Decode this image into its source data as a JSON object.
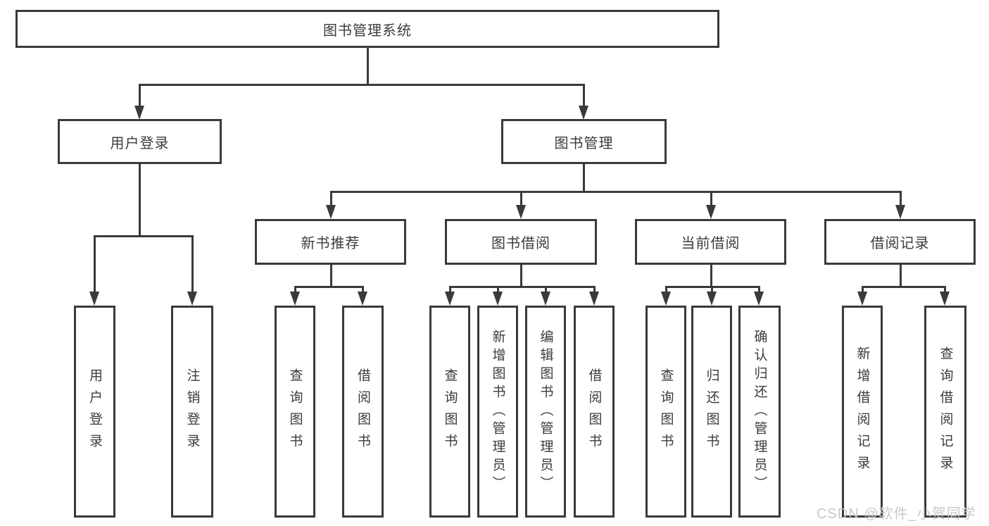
{
  "diagram": {
    "title_node": {
      "label": "图书管理系统"
    },
    "level2": [
      {
        "label": "用户登录"
      },
      {
        "label": "图书管理"
      }
    ],
    "level3": [
      {
        "label": "新书推荐"
      },
      {
        "label": "图书借阅"
      },
      {
        "label": "当前借阅"
      },
      {
        "label": "借阅记录"
      }
    ],
    "leaves": {
      "user_login": [
        {
          "label": "用户登录"
        },
        {
          "label": "注销登录"
        }
      ],
      "new_book": [
        {
          "label": "查询图书"
        },
        {
          "label": "借阅图书"
        }
      ],
      "book_borrow": [
        {
          "label": "查询图书"
        },
        {
          "label": "新增图书（管理员）"
        },
        {
          "label": "编辑图书（管理员）"
        },
        {
          "label": "借阅图书"
        }
      ],
      "current_borrow": [
        {
          "label": "查询图书"
        },
        {
          "label": "归还图书"
        },
        {
          "label": "确认归还（管理员）"
        }
      ],
      "borrow_record": [
        {
          "label": "新增借阅记录"
        },
        {
          "label": "查询借阅记录"
        }
      ]
    }
  },
  "watermark": "CSDN @软件_小贺同学",
  "colors": {
    "line": "#3a3a3a",
    "text": "#3b3b3b",
    "watermark": "#c6c6c6",
    "background": "#ffffff"
  }
}
